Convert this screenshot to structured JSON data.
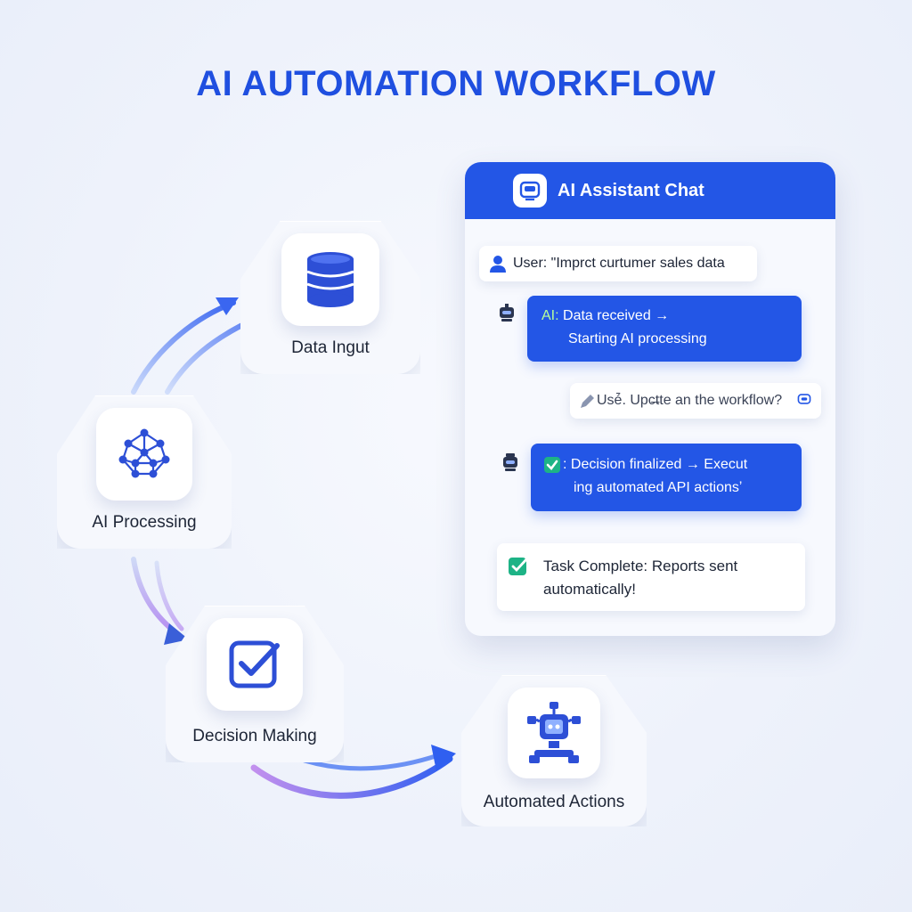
{
  "title": "AI AUTOMATION WORKFLOW",
  "colors": {
    "accent": "#2356e6",
    "title": "#1f4fe0",
    "icon": "#2d4fd6",
    "check": "#1db386",
    "arrow_purple": "#b690f0",
    "arrow_blue": "#2f5ff0"
  },
  "workflow": {
    "nodes": [
      {
        "label": "Data Ingut",
        "icon": "database-icon"
      },
      {
        "label": "AI Processing",
        "icon": "neural-network-icon"
      },
      {
        "label": "Decision Making",
        "icon": "checkbox-icon"
      },
      {
        "label": "Automated Actions",
        "icon": "robot-icon"
      }
    ]
  },
  "chat": {
    "header_title": "AI Assistant Chat",
    "header_icon": "chat-bot-icon",
    "messages": [
      {
        "sender": "user",
        "icon": "user-icon",
        "text": "User: \"Imprct curtumer sales data"
      },
      {
        "sender": "ai",
        "icon": "bot-avatar-icon",
        "prefix": "AI:",
        "line1": " Data received →",
        "line2": "Starting AI processing"
      },
      {
        "sender": "user",
        "icon": "pencil-icon",
        "text": "Usé̄. Upc̶tte an the workflow?",
        "trailing_icon": "small-bot-icon"
      },
      {
        "sender": "ai",
        "icon": "bot-avatar-icon",
        "check_icon": "check-icon",
        "line1": ": Decision finalized → Execut",
        "line2": "ing automated API actionsʼ"
      },
      {
        "sender": "system",
        "icon": "check-icon",
        "line1": "Task Complete: Reports sent",
        "line2": "automatically!"
      }
    ]
  }
}
